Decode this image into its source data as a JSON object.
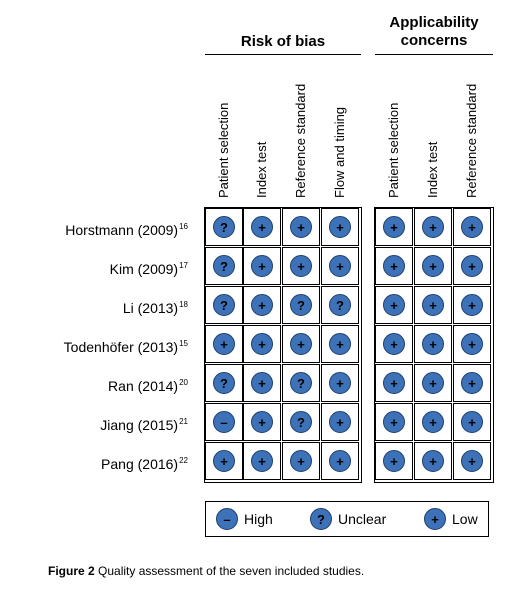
{
  "headers": {
    "risk_of_bias": "Risk of bias",
    "applicability_line1": "Applicability",
    "applicability_line2": "concerns"
  },
  "columns": {
    "risk": [
      "Patient selection",
      "Index test",
      "Reference standard",
      "Flow and timing"
    ],
    "applicability": [
      "Patient selection",
      "Index test",
      "Reference standard"
    ]
  },
  "studies": [
    {
      "name": "Horstmann (2009)",
      "ref": "16",
      "risk": [
        "?",
        "+",
        "+",
        "+"
      ],
      "app": [
        "+",
        "+",
        "+"
      ]
    },
    {
      "name": "Kim (2009)",
      "ref": "17",
      "risk": [
        "?",
        "+",
        "+",
        "+"
      ],
      "app": [
        "+",
        "+",
        "+"
      ]
    },
    {
      "name": "Li (2013)",
      "ref": "18",
      "risk": [
        "?",
        "+",
        "?",
        "?"
      ],
      "app": [
        "+",
        "+",
        "+"
      ]
    },
    {
      "name": "Todenhöfer (2013)",
      "ref": "15",
      "risk": [
        "+",
        "+",
        "+",
        "+"
      ],
      "app": [
        "+",
        "+",
        "+"
      ]
    },
    {
      "name": "Ran (2014)",
      "ref": "20",
      "risk": [
        "?",
        "+",
        "?",
        "+"
      ],
      "app": [
        "+",
        "+",
        "+"
      ]
    },
    {
      "name": "Jiang (2015)",
      "ref": "21",
      "risk": [
        "–",
        "+",
        "?",
        "+"
      ],
      "app": [
        "+",
        "+",
        "+"
      ]
    },
    {
      "name": "Pang (2016)",
      "ref": "22",
      "risk": [
        "+",
        "+",
        "+",
        "+"
      ],
      "app": [
        "+",
        "+",
        "+"
      ]
    }
  ],
  "legend": [
    {
      "symbol": "–",
      "label": "High"
    },
    {
      "symbol": "?",
      "label": "Unclear"
    },
    {
      "symbol": "+",
      "label": "Low"
    }
  ],
  "caption": {
    "prefix": "Figure 2",
    "text": "Quality assessment of the seven included studies."
  },
  "colors": {
    "dot_fill": "#3e72b8",
    "dot_border": "#1d3f6c"
  }
}
